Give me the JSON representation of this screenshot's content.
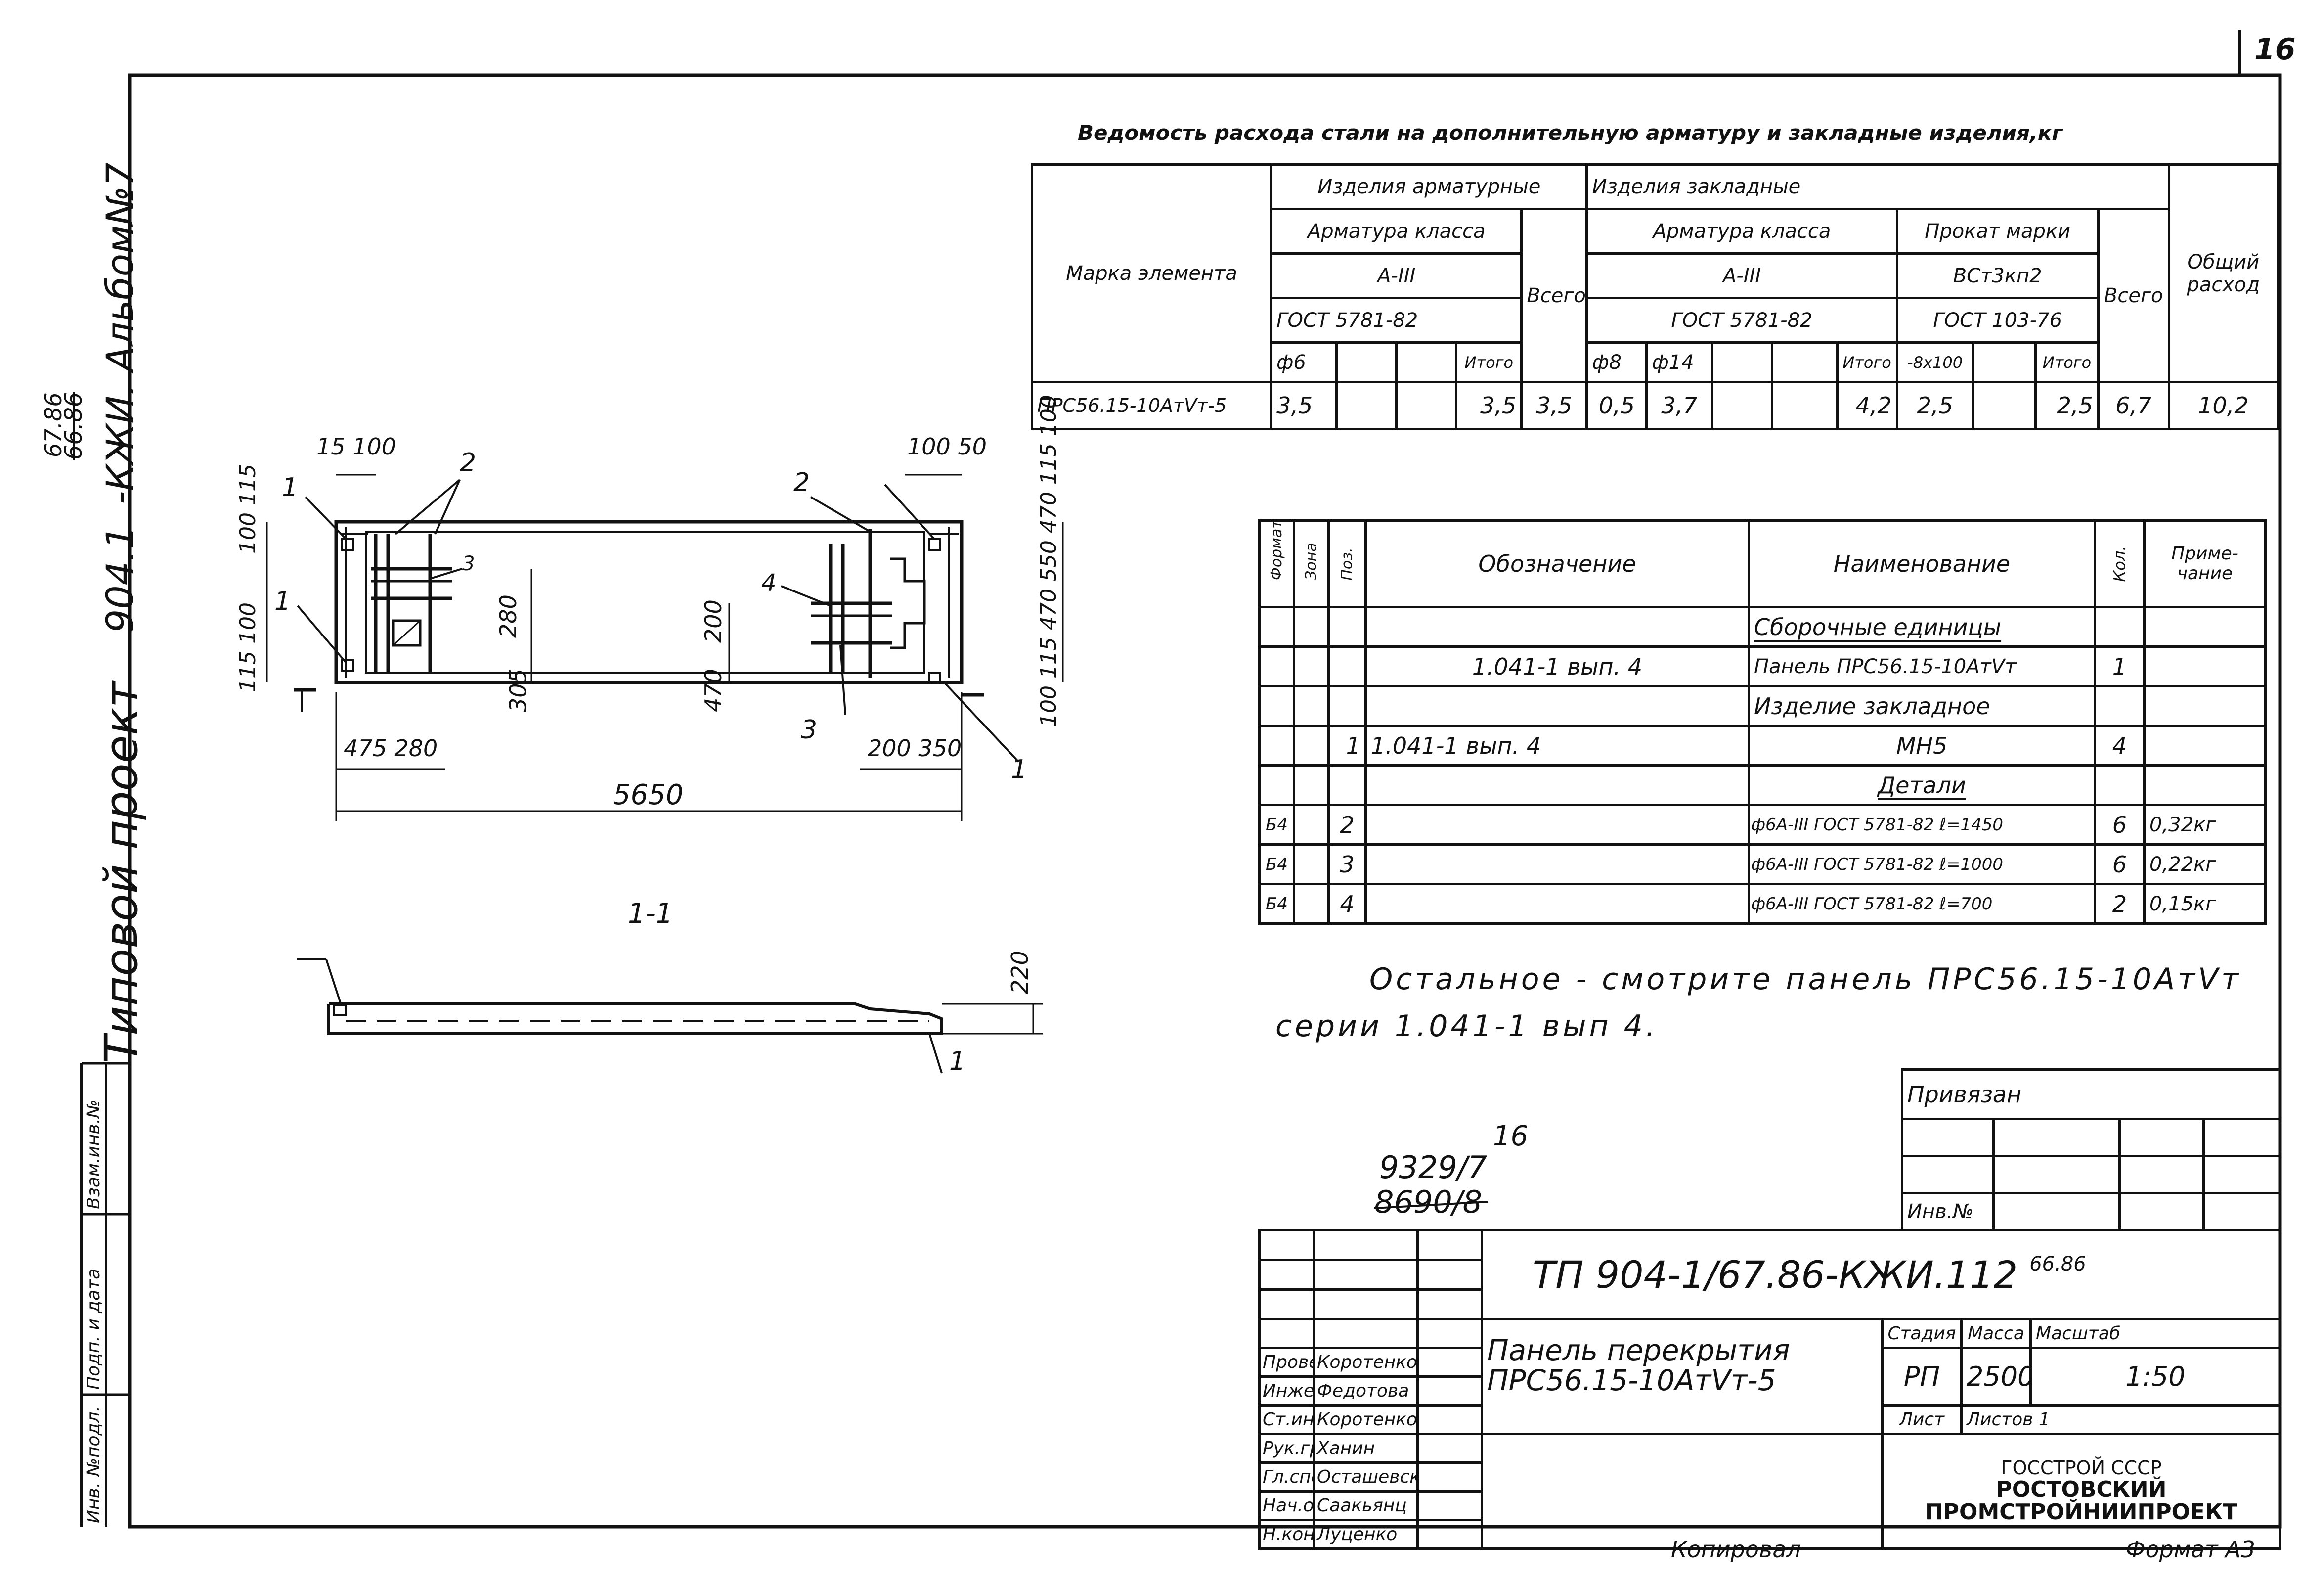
{
  "sheet_number": "16",
  "left_margin": {
    "project_type": "Типовой проект",
    "project_number": "904.1",
    "album_label": "-КЖИ. Альбом№7",
    "album_number_struck": "66.86",
    "album_number_new": "67.86",
    "stamp_cells": [
      "Инв. №подл.",
      "Подп. и дата",
      "Взам.инв.№"
    ]
  },
  "steel_table": {
    "title": "Ведомость расхода стали на дополнительную арматуру и закладные изделия,кг",
    "h_element_mark": "Марка элемента",
    "h_reinf_items": "Изделия арматурные",
    "h_embed_items": "Изделия закладные",
    "h_reinf_class": "Арматура класса",
    "h_embed_class": "Арматура класса",
    "h_rolled": "Прокат марки",
    "h_a3": "А-III",
    "h_a3b": "А-III",
    "h_vst": "ВСт3кп2",
    "h_gost_a": "ГОСТ 5781-82",
    "h_gost_b": "ГОСТ 5781-82",
    "h_gost_c": "ГОСТ 103-76",
    "h_total": "Всего",
    "h_total2": "Всего",
    "h_grand": "Общий расход",
    "h_d6": "ф6",
    "h_d8": "ф8",
    "h_d14": "ф14",
    "h_strip": "-8х100",
    "h_itogo": "Итого",
    "row": {
      "mark": "ПРС56.15-10АтVт-5",
      "d6": "3,5",
      "itogo1": "3,5",
      "vsego1": "3,5",
      "d8": "0,5",
      "d14": "3,7",
      "itogo2": "4,2",
      "strip": "2,5",
      "itogo3": "2,5",
      "vsego2": "6,7",
      "grand": "10,2"
    }
  },
  "spec_table": {
    "h_format": "Формат",
    "h_zone": "Зона",
    "h_pos": "Поз.",
    "h_designation": "Обозначение",
    "h_name": "Наименование",
    "h_qty": "Кол.",
    "h_note": "Приме-чание",
    "rows": [
      {
        "format": "",
        "zone": "",
        "pos": "",
        "designation": "",
        "name": "Сборочные единицы",
        "qty": "",
        "note": ""
      },
      {
        "format": "",
        "zone": "",
        "pos": "",
        "designation": "1.041-1 вып. 4",
        "name": "Панель ПРС56.15-10АтVт",
        "qty": "1",
        "note": ""
      },
      {
        "format": "",
        "zone": "",
        "pos": "",
        "designation": "",
        "name": "Изделие закладное",
        "qty": "",
        "note": ""
      },
      {
        "format": "",
        "zone": "",
        "pos": "1",
        "designation": "1.041-1 вып. 4",
        "name": "МН5",
        "qty": "4",
        "note": ""
      },
      {
        "format": "",
        "zone": "",
        "pos": "",
        "designation": "",
        "name": "Детали",
        "qty": "",
        "note": ""
      },
      {
        "format": "Б4",
        "zone": "",
        "pos": "2",
        "designation": "",
        "name": "ф6А-III ГОСТ 5781-82 ℓ=1450",
        "qty": "6",
        "note": "0,32кг"
      },
      {
        "format": "Б4",
        "zone": "",
        "pos": "3",
        "designation": "",
        "name": "ф6А-III ГОСТ 5781-82 ℓ=1000",
        "qty": "6",
        "note": "0,22кг"
      },
      {
        "format": "Б4",
        "zone": "",
        "pos": "4",
        "designation": "",
        "name": "ф6А-III ГОСТ 5781-82 ℓ=700",
        "qty": "2",
        "note": "0,15кг"
      }
    ]
  },
  "note_line1": "Остальное - смотрите панель ПРС56.15-10АтVт",
  "note_line2": "серии 1.041-1 вып 4.",
  "plan": {
    "dims_top_left": "15 100",
    "dims_top_right": "100 50",
    "dims_left_top": "100 115",
    "dims_left_bottom": "115 100",
    "dims_bottom_left": "475 280",
    "dims_bottom_right": "200 350",
    "dim_overall": "5650",
    "dim_280": "280",
    "dim_305": "305",
    "dim_200": "200",
    "dim_470": "470",
    "dims_right": "100 115 470 550 470 115 100",
    "callouts": [
      "1",
      "2",
      "1",
      "2",
      "3",
      "4",
      "3",
      "1"
    ]
  },
  "section": {
    "label": "1-1",
    "dim": "220",
    "callout": "1"
  },
  "hand_note": {
    "value": "9329/7",
    "value_struck": "8690/8",
    "sup": "16"
  },
  "title_block": {
    "tied_label": "Привязан",
    "inv_label": "Инв.№",
    "code": "ТП 904-1/67.86-КЖИ.112",
    "code_correction": "66.86",
    "name_line1": "Панель перекрытия",
    "name_line2": "ПРС56.15-10АтVт-5",
    "h_stage": "Стадия",
    "h_mass": "Масса",
    "h_scale": "Масштаб",
    "stage": "РП",
    "mass": "2500",
    "scale": "1:50",
    "h_sheet": "Лист",
    "h_sheets": "Листов 1",
    "org_line1": "ГОССТРОЙ СССР",
    "org_line2": "РОСТОВСКИЙ",
    "org_line3": "ПРОМСТРОЙНИИПРОЕКТ",
    "people": [
      {
        "role": "Провер.",
        "name": "Коротенко"
      },
      {
        "role": "Инжен.",
        "name": "Федотова"
      },
      {
        "role": "Ст.инж.",
        "name": "Коротенко"
      },
      {
        "role": "Рук.гр.",
        "name": "Ханин"
      },
      {
        "role": "Гл.спец.",
        "name": "Осташевский"
      },
      {
        "role": "Нач.отд.",
        "name": "Саакьянц"
      },
      {
        "role": "Н.контр.",
        "name": "Луценко"
      }
    ]
  },
  "copied_label": "Копировал",
  "format_label": "Формат А3"
}
